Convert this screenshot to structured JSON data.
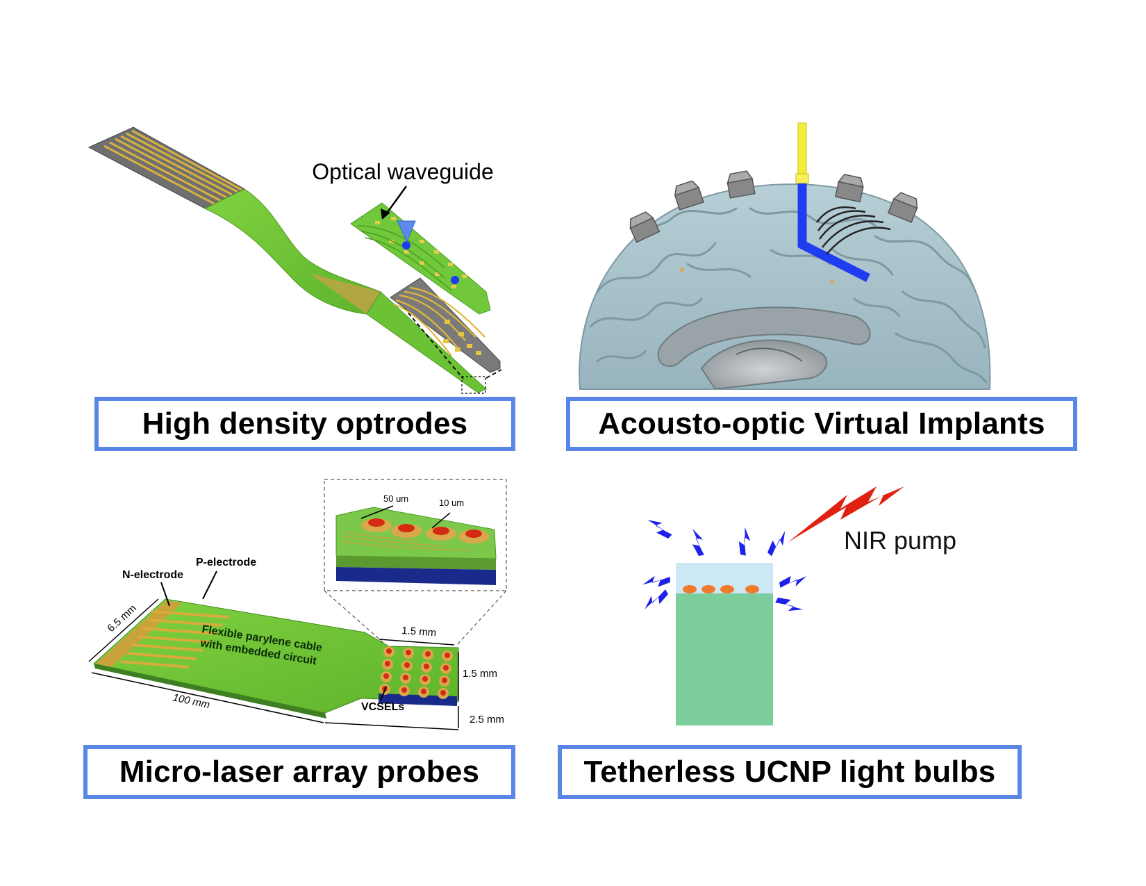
{
  "panels": {
    "optrodes": {
      "caption": "High density optrodes",
      "waveguide_label": "Optical waveguide"
    },
    "acousto": {
      "caption": "Acousto-optic Virtual Implants"
    },
    "microlaser": {
      "caption": "Micro-laser array probes",
      "n_electrode": "N-electrode",
      "p_electrode": "P-electrode",
      "cable_line1": "Flexible parylene cable",
      "cable_line2": "with embedded circuit",
      "dim_width": "6.5 mm",
      "dim_length": "100 mm",
      "dim_array_width": "1.5 mm",
      "dim_array_height": "1.5 mm",
      "dim_thickness": "2.5 mm",
      "vcsels": "VCSELs",
      "inset_pitch": "50 um",
      "inset_size": "10 um"
    },
    "ucnp": {
      "caption": "Tetherless UCNP light bulbs",
      "nir_label": "NIR pump"
    }
  },
  "colors": {
    "caption_border": "#5a86e8",
    "probe_green": "#74c93a",
    "gold": "#c9a23c",
    "brain": "#a9c3cc",
    "fiber_yellow": "#f4ee3a",
    "fiber_blue": "#1f3cf0",
    "nir_red": "#e02010",
    "emission_blue": "#1e22e8",
    "ucnp_green": "#7bcd9c",
    "ucnp_top": "#cde8f5",
    "ucnp_dot": "#f07a2c",
    "vcsel_red": "#d42a14"
  }
}
